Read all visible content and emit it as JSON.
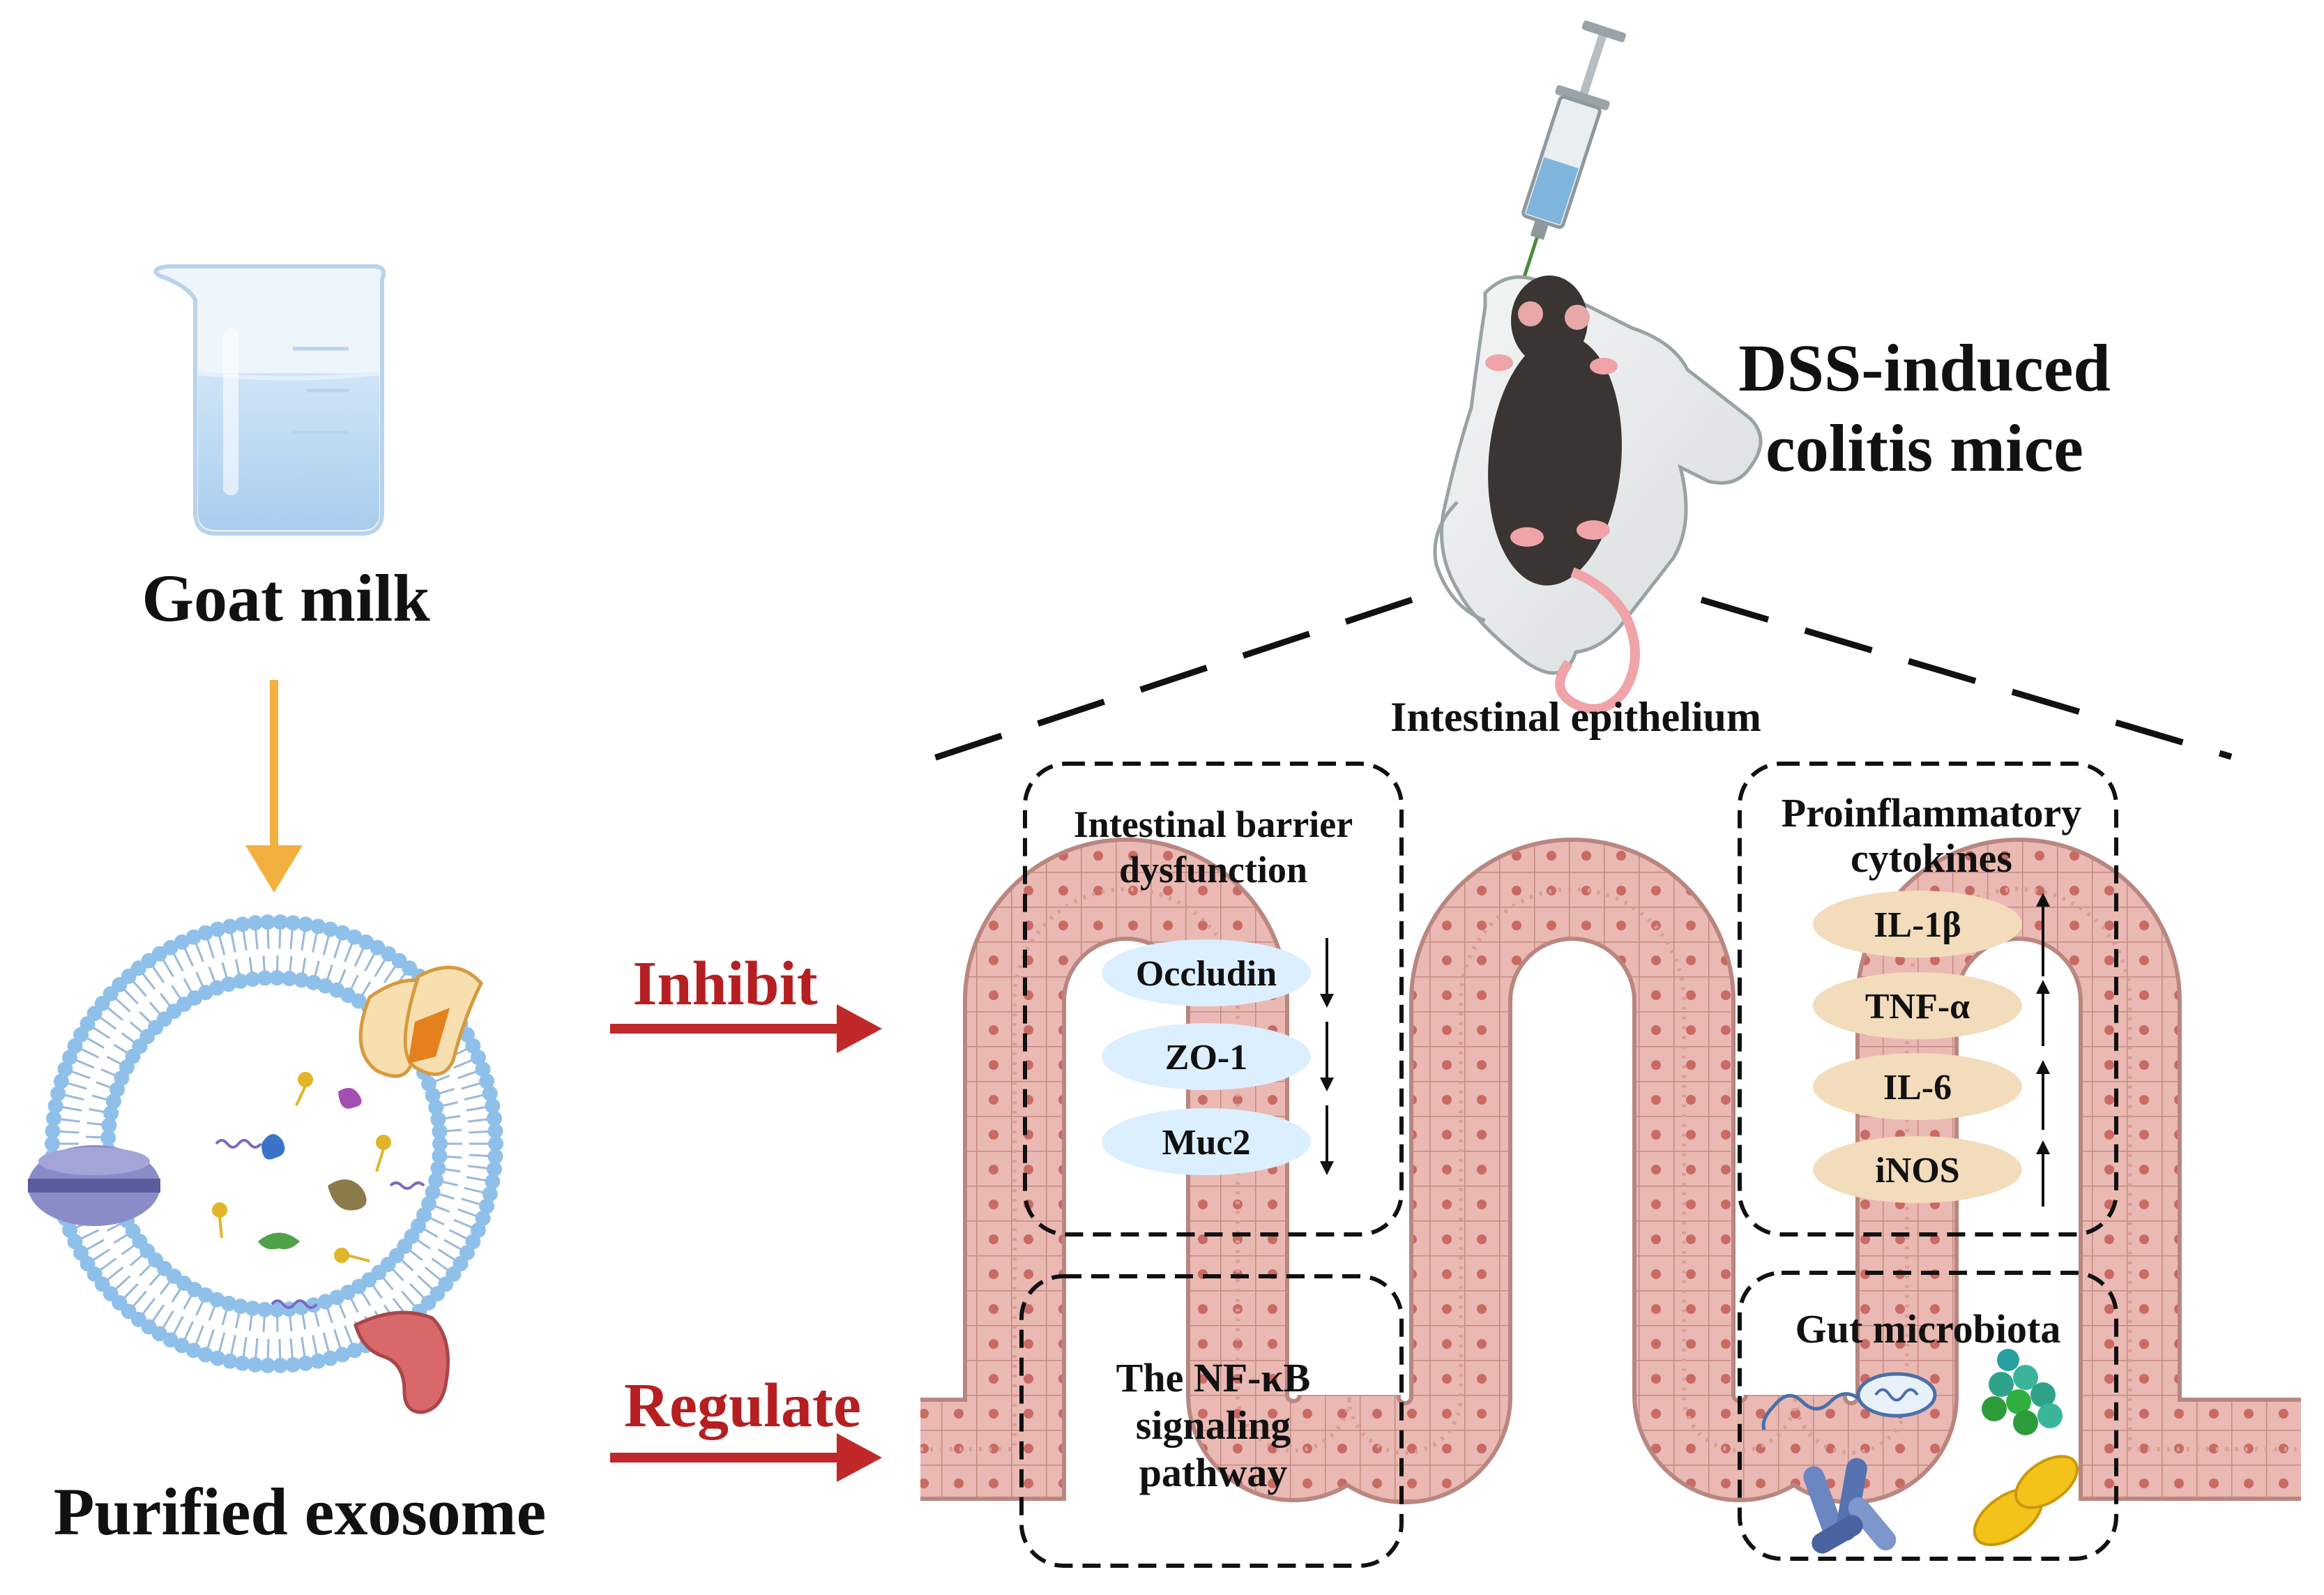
{
  "source": {
    "label": "Goat milk",
    "product_label": "Purified exosome"
  },
  "model": {
    "title_line1": "DSS-induced",
    "title_line2": "colitis mice"
  },
  "actions": {
    "inhibit": "Inhibit",
    "regulate": "Regulate",
    "action_color": "#c0282a"
  },
  "epithelium": {
    "title": "Intestinal epithelium"
  },
  "barrier_box": {
    "title_line1": "Intestinal barrier",
    "title_line2": "dysfunction",
    "markers": [
      {
        "label": "Occludin",
        "direction": "down"
      },
      {
        "label": "ZO-1",
        "direction": "down"
      },
      {
        "label": "Muc2",
        "direction": "down"
      }
    ]
  },
  "cytokine_box": {
    "title_line1": "Proinflammatory",
    "title_line2": "cytokines",
    "markers": [
      {
        "label": "IL-1β",
        "direction": "up"
      },
      {
        "label": "TNF-α",
        "direction": "up"
      },
      {
        "label": "IL-6",
        "direction": "up"
      },
      {
        "label": "iNOS",
        "direction": "up"
      }
    ]
  },
  "nfkb_box": {
    "line1": "The NF-κB",
    "line2": "signaling",
    "line3": "pathway"
  },
  "microbiota_box": {
    "title": "Gut microbiota"
  },
  "colors": {
    "flow_arrow": "#f2b13e",
    "tissue": "#e8b7b1",
    "tissue_outline": "#c98b84",
    "nucleus": "#c96a64",
    "membrane_blue": "#8fc0ea",
    "barrier_pill": "#dcefff",
    "cytokine_pill": "#f2dcbc"
  }
}
